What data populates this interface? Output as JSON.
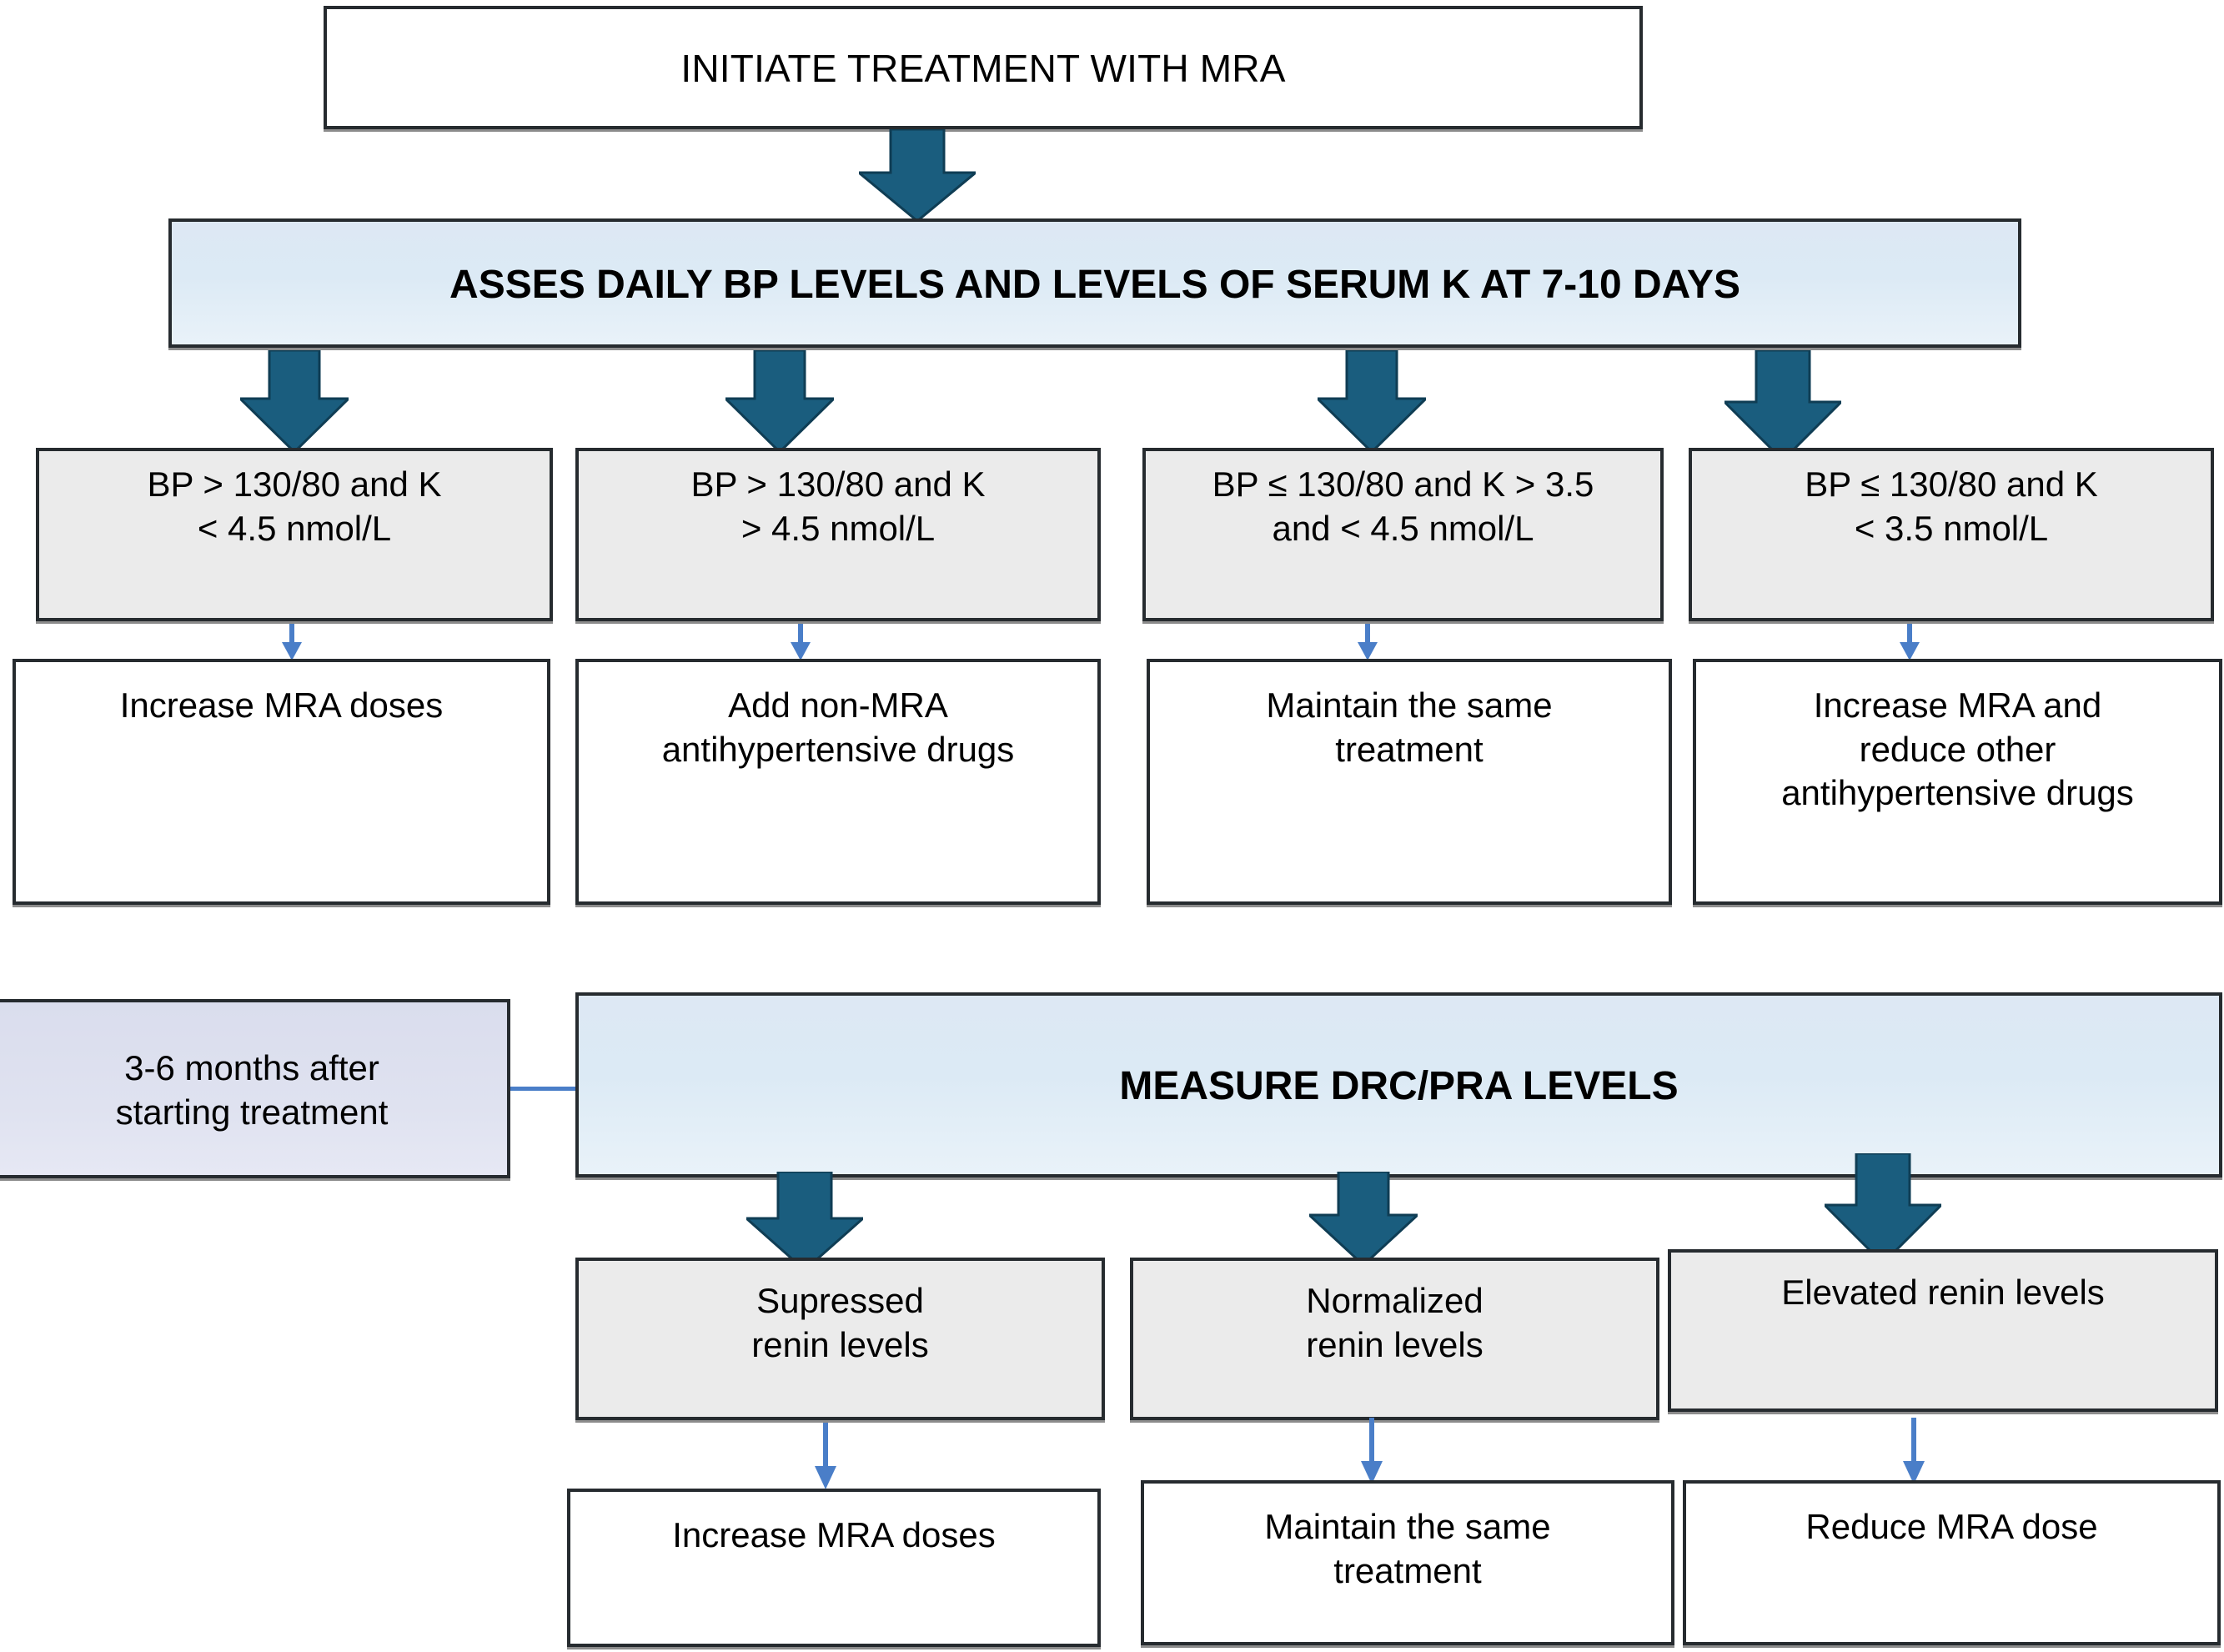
{
  "diagram": {
    "title_flow": "MRA treatment titration algorithm",
    "colors": {
      "teal_arrow": "#1a5d7e",
      "teal_arrow_dark": "#11415a",
      "blue_connector": "#4a7ec8",
      "box_border": "#262b2f",
      "grey_fill": "#ebebeb",
      "blue_fill": "#dceaf5",
      "lavender_fill": "#dfe2f0",
      "white_fill": "#ffffff"
    }
  },
  "nodes": {
    "initiate": "INITIATE TREATMENT WITH MRA",
    "assess": "ASSES DAILY BP LEVELS AND LEVELS OF SERUM K AT 7-10 DAYS",
    "timing_note": "3-6 months after\nstarting treatment",
    "measure": "MEASURE DRC/PRA LEVELS"
  },
  "conditions_row": [
    {
      "id": "cond-1",
      "text": "BP > 130/80 and K\n< 4.5 nmol/L"
    },
    {
      "id": "cond-2",
      "text": "BP > 130/80 and K\n> 4.5 nmol/L"
    },
    {
      "id": "cond-3",
      "text": "BP ≤ 130/80 and K > 3.5\nand < 4.5 nmol/L"
    },
    {
      "id": "cond-4",
      "text": "BP ≤ 130/80 and K\n< 3.5 nmol/L"
    }
  ],
  "actions_row": [
    {
      "id": "act-1",
      "text": "Increase MRA doses"
    },
    {
      "id": "act-2",
      "text": "Add non-MRA\nantihypertensive drugs"
    },
    {
      "id": "act-3",
      "text": "Maintain the same\ntreatment"
    },
    {
      "id": "act-4",
      "text": "Increase MRA and\nreduce other\nantihypertensive drugs"
    }
  ],
  "renin_row": [
    {
      "id": "renin-1",
      "text": "Supressed\nrenin levels"
    },
    {
      "id": "renin-2",
      "text": "Normalized\nrenin levels"
    },
    {
      "id": "renin-3",
      "text": "Elevated renin levels"
    }
  ],
  "renin_actions_row": [
    {
      "id": "renin-act-1",
      "text": "Increase MRA doses"
    },
    {
      "id": "renin-act-2",
      "text": "Maintain the same\ntreatment"
    },
    {
      "id": "renin-act-3",
      "text": "Reduce MRA dose"
    }
  ]
}
